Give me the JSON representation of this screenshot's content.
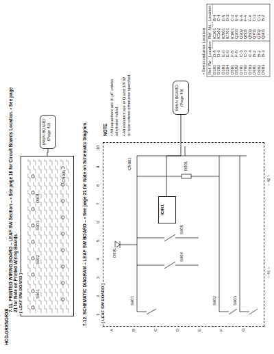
{
  "diagram": {
    "nodes": [
      {
        "text": [
          "[ LEAF SW BOARD ]"
        ]
      },
      {
        "text": [
          "MAIN BOARD",
          "(Page 43)"
        ]
      },
      {
        "text": [
          "[ LEAF SW BOARD ]"
        ]
      },
      {
        "text": [
          "IC901"
        ],
        "in": 2
      },
      {
        "text": [
          "MAIN BOARD",
          "(Page 49)"
        ]
      }
    ],
    "edges": [
      {
        "from": 0,
        "to": 1,
        "arrow": "none"
      },
      {
        "from": 3,
        "to": 4,
        "arrow": "none"
      }
    ],
    "labels": [
      "HCD-GRX5/GRX8",
      "7-11. PRINTED WIRING BOARD – LEAF SW Section – • See page 16 for Circuit Boards Location. • See page 21 for Note on Printed Wiring Boards.",
      "7-12. SCHEMATIC DIAGRAM – LEAF SW BOARD – • See page 21 for Note on Schematic Diagram.",
      "NOTE",
      "• All capacitors are in μF unless otherwise noted.",
      "• All resistors are in Ω and 1/4 W or less unless otherwise specified.",
      "S901",
      "S902",
      "S903",
      "S904",
      "S905",
      "D901",
      "R901",
      "CN901",
      "CN901",
      "S901",
      "S902",
      "S903",
      "D901",
      "1",
      "2",
      "3",
      "4",
      "5",
      "6",
      "7",
      "8",
      "9",
      "10",
      "A",
      "B",
      "C",
      "D",
      "E",
      "F",
      "G",
      "– 41 –",
      "– 42 –",
      "• Semiconductor Location",
      "Ref. No.",
      "Location",
      "Ref. No.",
      "Location",
      "D301",
      "D-6",
      "IC301",
      "B-4",
      "D302",
      "D-6",
      "IC302",
      "C-4",
      "D303",
      "E-6",
      "IC501",
      "E-5",
      "D304",
      "E-6",
      "IC701",
      "D-3",
      "D501",
      "F-5",
      "IC901",
      "C-2",
      "D502",
      "F-5",
      "Q301",
      "E-6",
      "D701",
      "C-3",
      "Q302",
      "E-6",
      "D702",
      "C-3",
      "Q501",
      "F-4",
      "D703",
      "C-4",
      "Q502",
      "F-4",
      "D901",
      "B-2",
      "Q701",
      "C-3",
      "D902",
      "B-2",
      "Q702",
      "C-3",
      "D903",
      "B-3",
      "Q901",
      "B-2"
    ]
  }
}
